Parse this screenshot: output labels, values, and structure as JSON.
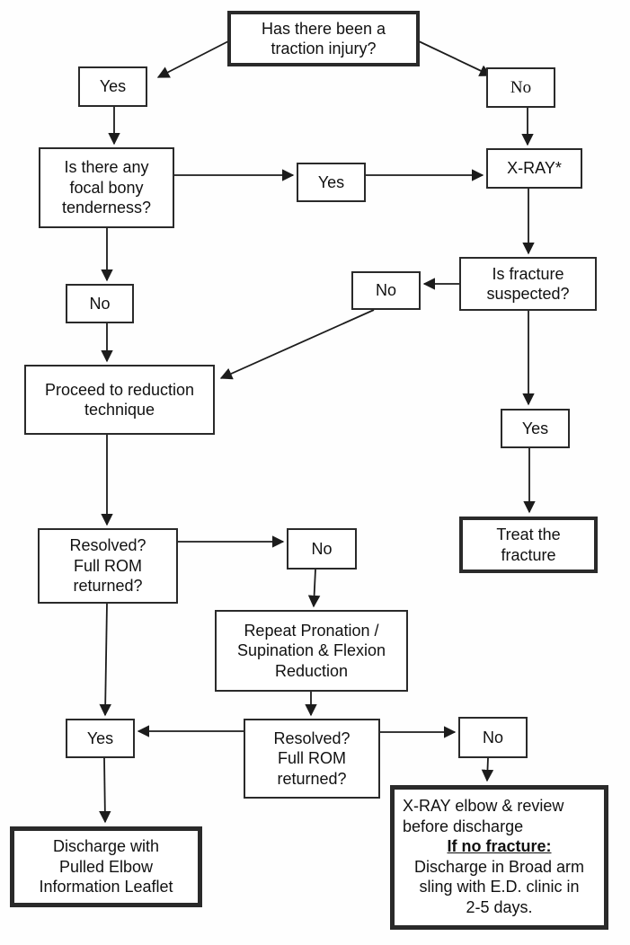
{
  "flowchart": {
    "description": "Pulled elbow / traction injury clinical decision flowchart",
    "colors": {
      "line": "#1c1c1c",
      "box_border": "#2a2a2a",
      "box_bg": "#ffffff",
      "page_bg": "#fefefe"
    },
    "nodes": {
      "q_traction": {
        "label": "Has there been a\ntraction injury?"
      },
      "yes_top": {
        "label": "Yes"
      },
      "no_top": {
        "label": "No"
      },
      "q_tenderness": {
        "label": "Is there any\nfocal bony\ntenderness?"
      },
      "yes_mid": {
        "label": "Yes"
      },
      "xray": {
        "label": "X-RAY*"
      },
      "q_fracture": {
        "label": "Is fracture\nsuspected?"
      },
      "no_center": {
        "label": "No"
      },
      "no_left": {
        "label": "No"
      },
      "proceed": {
        "label": "Proceed to reduction\ntechnique"
      },
      "yes_right": {
        "label": "Yes"
      },
      "treat": {
        "label": "Treat the\nfracture"
      },
      "q_resolved1": {
        "label": "Resolved?\nFull ROM\nreturned?"
      },
      "no_mid2": {
        "label": "No"
      },
      "repeat": {
        "label": "Repeat Pronation /\nSupination & Flexion\nReduction"
      },
      "yes_bottom": {
        "label": "Yes"
      },
      "q_resolved2": {
        "label": "Resolved?\nFull ROM\nreturned?"
      },
      "no_bottom": {
        "label": "No"
      },
      "discharge": {
        "label": "Discharge with\nPulled Elbow\nInformation Leaflet"
      },
      "xray_review": {
        "intro": "X-RAY elbow & review\nbefore discharge",
        "condition": "If no fracture:",
        "action": "Discharge in Broad arm\nsling with E.D. clinic in\n2-5 days."
      }
    }
  }
}
